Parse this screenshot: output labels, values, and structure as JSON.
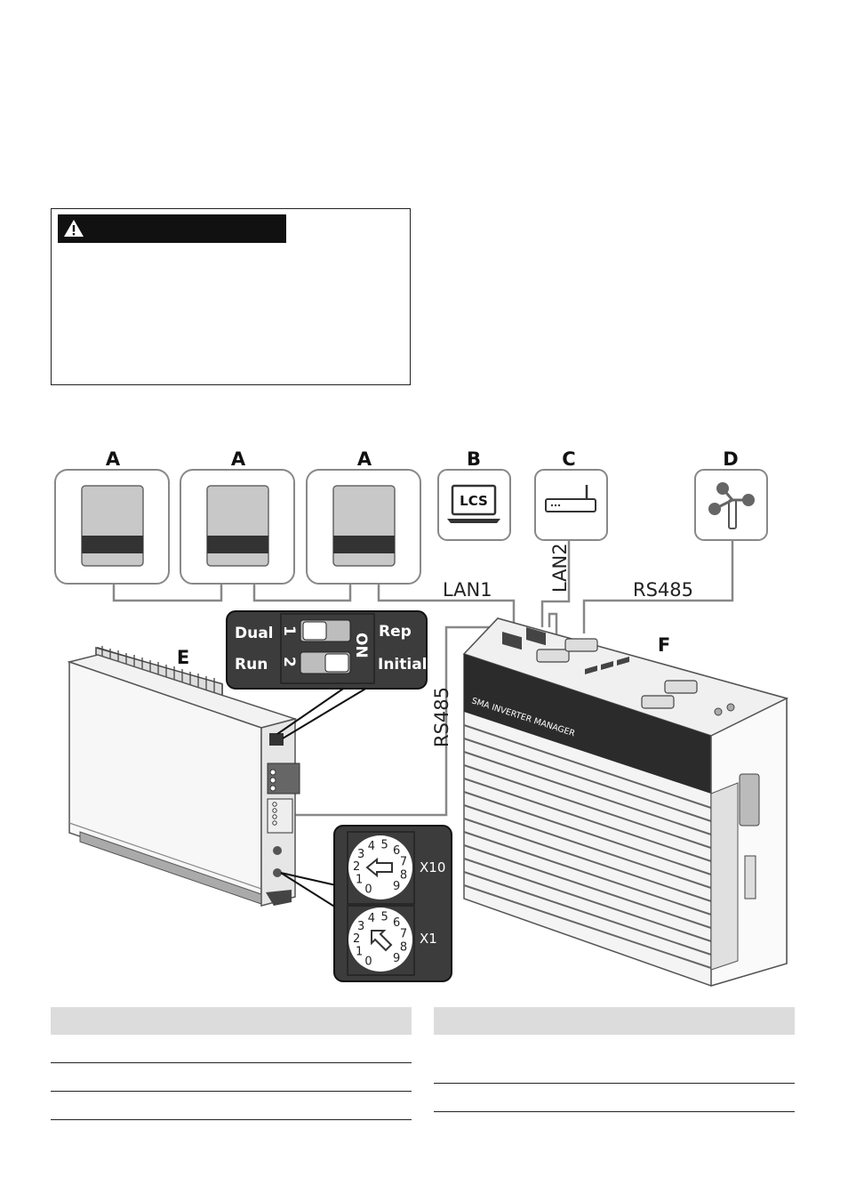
{
  "labels": {
    "A1": "A",
    "A2": "A",
    "A3": "A",
    "B": "B",
    "C": "C",
    "D": "D",
    "E": "E",
    "F": "F",
    "lcs": "LCS",
    "lan1": "LAN1",
    "lan2": "LAN2",
    "rs485_top": "RS485",
    "rs485_vertical": "RS485",
    "manager": "SMA INVERTER MANAGER"
  },
  "dip_switch": {
    "left_top": "Dual",
    "left_bottom": "Run",
    "num_top": "1",
    "num_bottom": "2",
    "on": "ON",
    "right_top": "Rep",
    "right_bottom": "Initial"
  },
  "rotary_switches": {
    "x10_label": "X10",
    "x1_label": "X1",
    "digits": [
      "0",
      "1",
      "2",
      "3",
      "4",
      "5",
      "6",
      "7",
      "8",
      "9"
    ]
  },
  "colors": {
    "warning_bar": "#111111",
    "device_gray": "#c8c8c8",
    "device_band": "#333333",
    "callout_bg": "#3c3c3c",
    "table_header": "#dcdcdc"
  }
}
